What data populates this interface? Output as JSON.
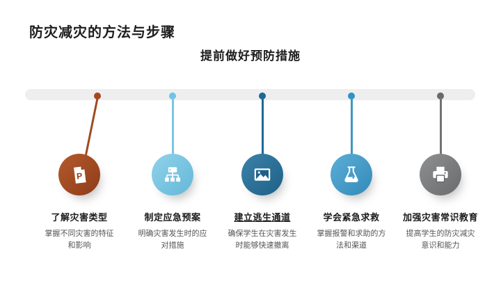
{
  "slide": {
    "title": "防灾减灾的方法与步骤",
    "subtitle": "提前做好预防措施",
    "title_color": "#1d1d1d",
    "background": "#ffffff"
  },
  "timeline": {
    "bar_color": "#eeeeef",
    "items": [
      {
        "title": "了解灾害类型",
        "desc": "掌握不同灾害的特征和影响",
        "icon": "ppt-file-icon",
        "underline": false,
        "colors": {
          "light": "#b45a2d",
          "dark": "#8e3c18",
          "line": "#a04a20",
          "dot": "#a8481f"
        }
      },
      {
        "title": "制定应急预案",
        "desc": "明确灾害发生时的应对措施",
        "icon": "sitemap-icon",
        "underline": false,
        "colors": {
          "light": "#90d3ea",
          "dark": "#64b7d8",
          "line": "#79c7e3",
          "dot": "#6ec4e4"
        }
      },
      {
        "title": "建立逃生通道",
        "desc": "确保学生在灾害发生时能够快速撤离",
        "icon": "image-icon",
        "underline": true,
        "colors": {
          "light": "#3c82a8",
          "dark": "#1e6089",
          "line": "#1d6a94",
          "dot": "#1b6a93"
        }
      },
      {
        "title": "学会紧急求救",
        "desc": "掌握报警和求助的方法和渠道",
        "icon": "flask-icon",
        "underline": false,
        "colors": {
          "light": "#5caed8",
          "dark": "#338ab8",
          "line": "#3d97c4",
          "dot": "#2f93c4"
        }
      },
      {
        "title": "加强灾害常识教育",
        "desc": "提高学生的防灾减灾意识和能力",
        "icon": "printer-icon",
        "underline": false,
        "colors": {
          "light": "#8f9091",
          "dark": "#6a6b6c",
          "line": "#717274",
          "dot": "#67696b"
        }
      }
    ]
  }
}
